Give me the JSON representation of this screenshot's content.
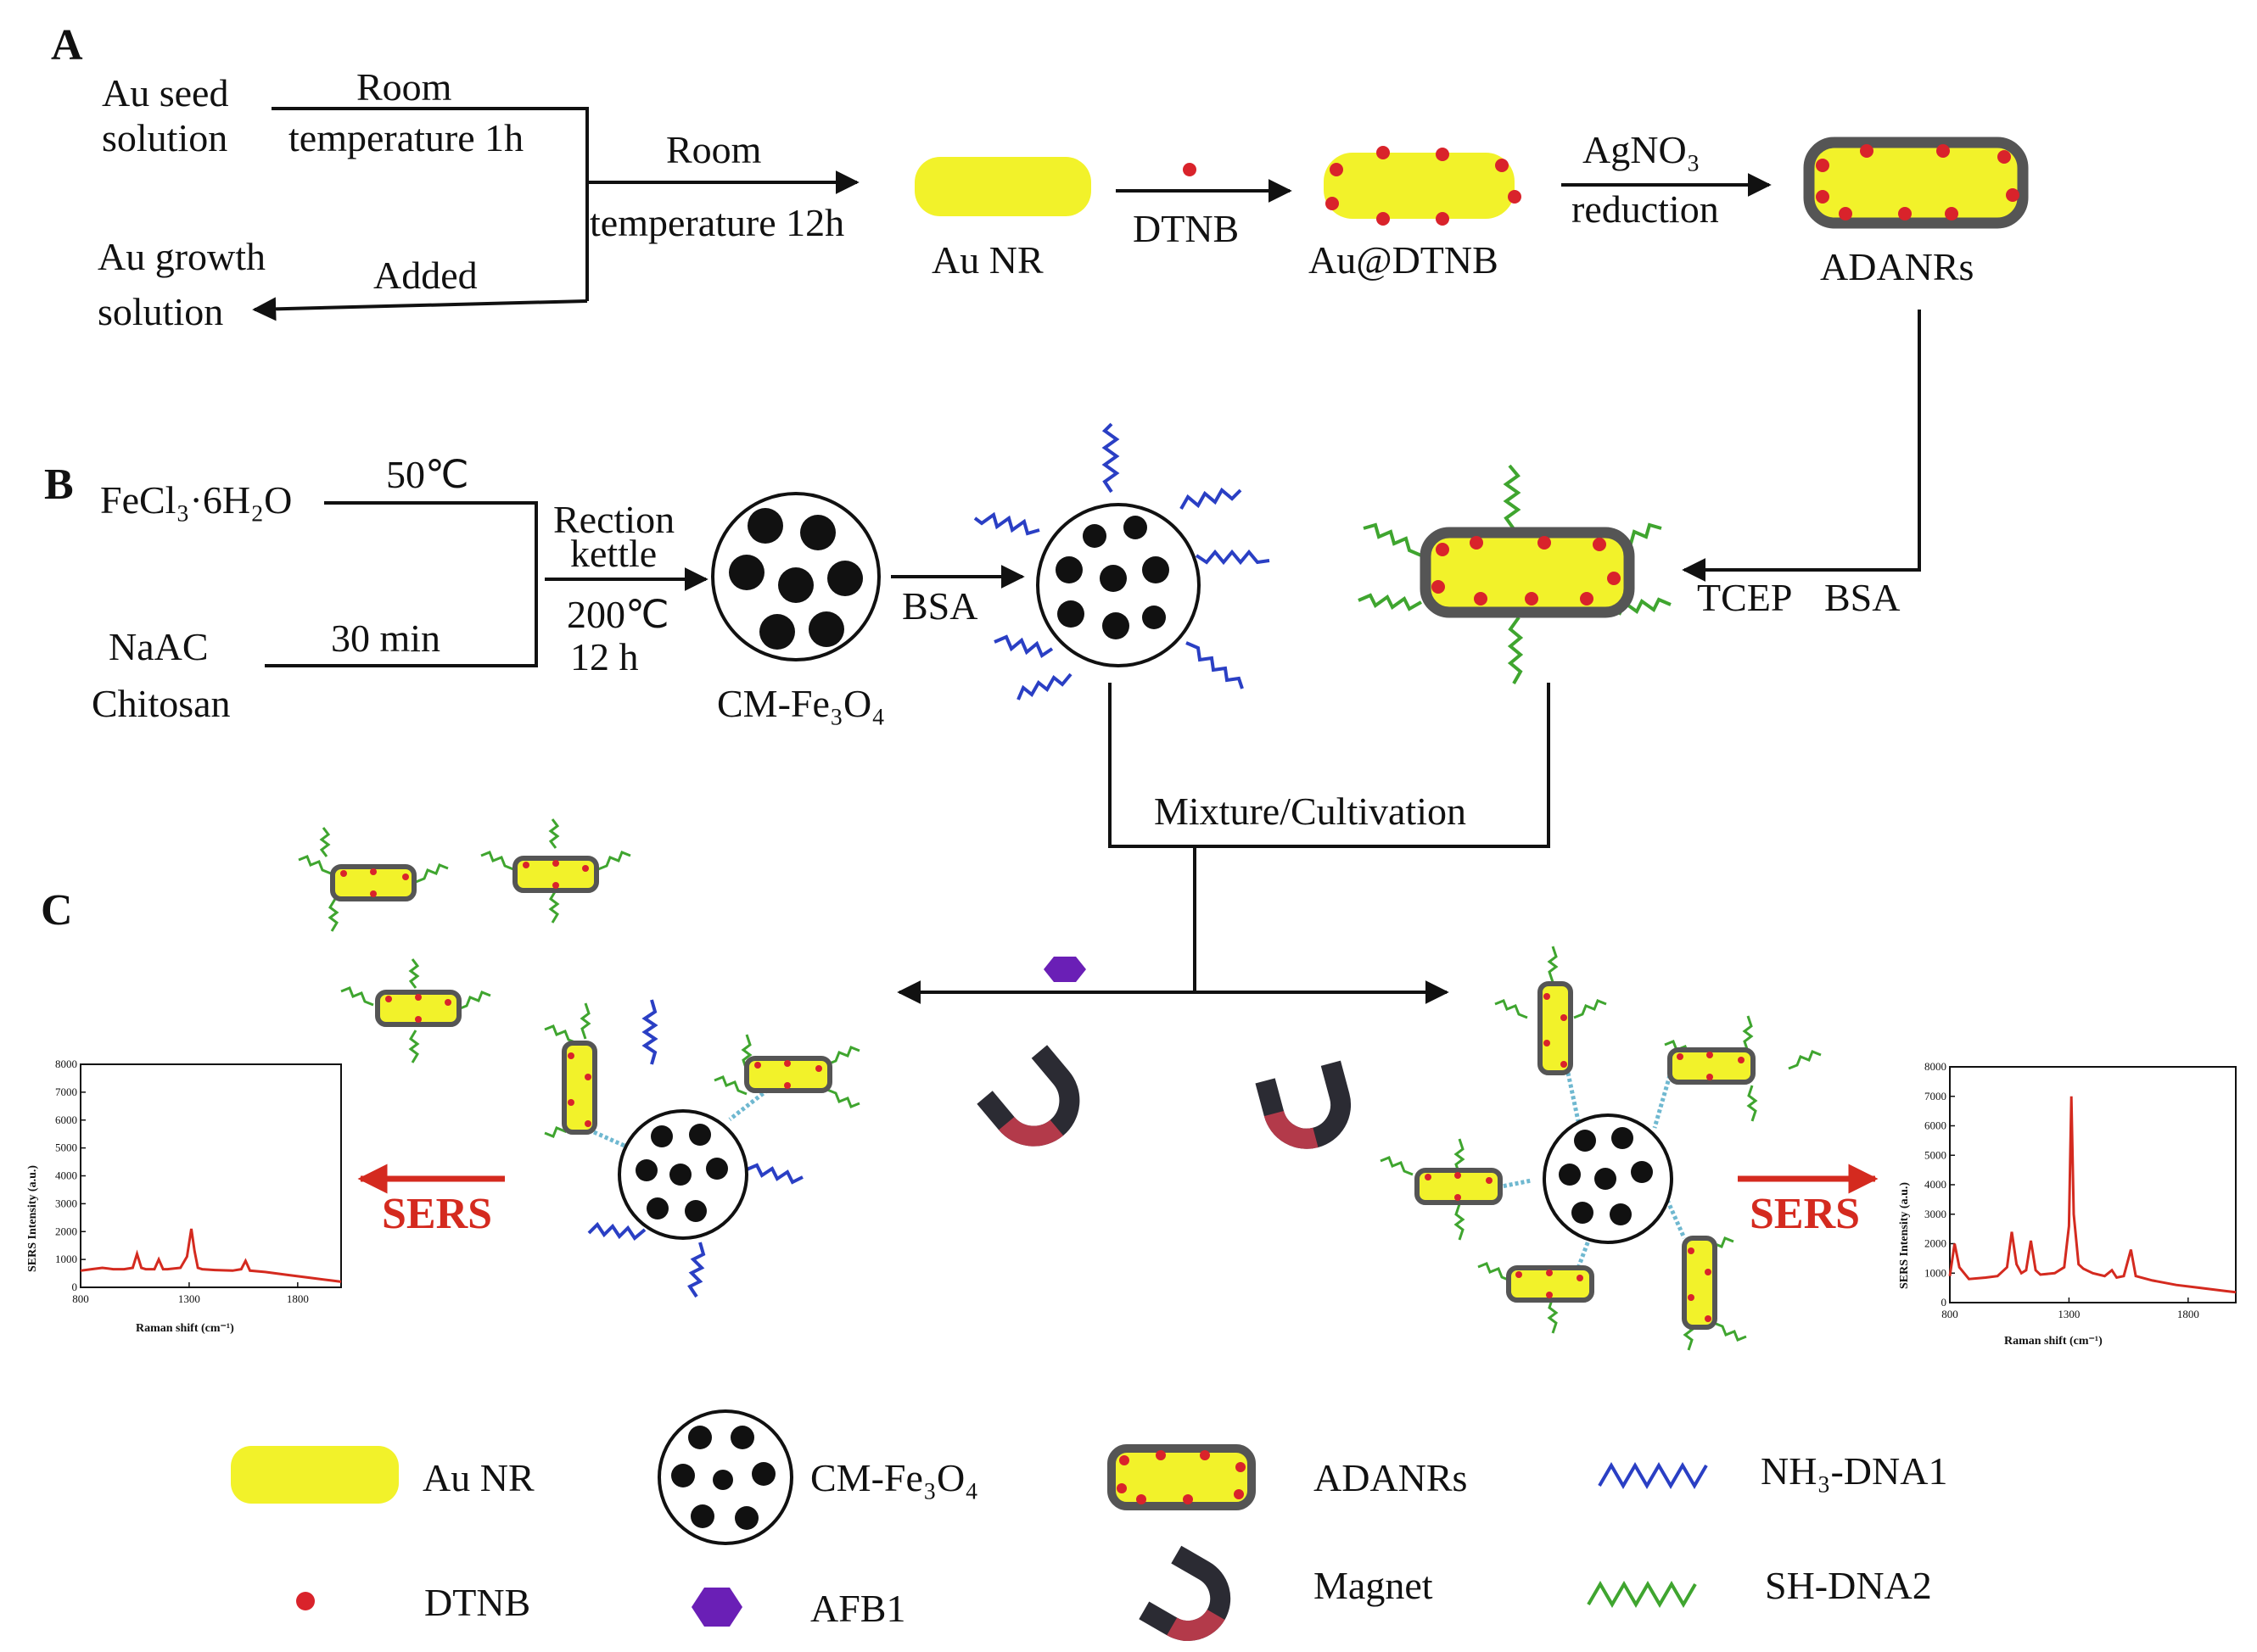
{
  "panels": {
    "a": "A",
    "b": "B",
    "c": "C"
  },
  "panel_a": {
    "au_seed_1": "Au seed",
    "au_seed_2": "solution",
    "room_1h_1": "Room",
    "room_1h_2": "temperature 1h",
    "au_growth_1": "Au growth",
    "au_growth_2": "solution",
    "added": "Added",
    "room_12h_1": "Room",
    "room_12h_2": "temperature 12h",
    "au_nr": "Au NR",
    "dtnb": "DTNB",
    "au_dtnb": "Au@DTNB",
    "agno3": "AgNO₃",
    "reduction": "reduction",
    "adanrs": "ADANRs"
  },
  "panel_b": {
    "fecl3": "FeCl₃·6H₂O",
    "temp50": "50℃",
    "naac": "NaAC",
    "chitosan": "Chitosan",
    "min30": "30 min",
    "rection": "Rection",
    "kettle": "kettle",
    "temp200": "200℃",
    "h12": "12 h",
    "cm_fe3o4": "CM-Fe₃O₄",
    "bsa_left": "BSA",
    "tcep": "TCEP",
    "bsa_right": "BSA",
    "mixture": "Mixture/Cultivation"
  },
  "panel_c": {
    "sers_left": "SERS",
    "sers_right": "SERS"
  },
  "legend": {
    "au_nr": "Au NR",
    "cm_fe3o4": "CM-Fe₃O₄",
    "adanrs": "ADANRs",
    "nh3_dna1": "NH₃-DNA1",
    "dtnb": "DTNB",
    "afb1": "AFB1",
    "magnet": "Magnet",
    "sh_dna2": "SH-DNA2"
  },
  "colors": {
    "gold": "#f2f22a",
    "dtnb_red": "#d9232b",
    "shell_gray": "#555555",
    "dna1_blue": "#2a3fc4",
    "dna2_green": "#3fa52f",
    "afb1_purple": "#6a1fb6",
    "sers_red": "#d42a1f"
  },
  "icons": [
    "magnet-icon",
    "afb1-hexagon-icon"
  ],
  "chart_data": [
    {
      "type": "line",
      "ylabel": "SERS Intensity (a.u.)",
      "xlabel": "Raman shift (cm⁻¹)",
      "xlim": [
        800,
        2000
      ],
      "ylim": [
        0,
        8000
      ],
      "xticks": [
        "800",
        "1300",
        "1800"
      ],
      "yticks": [
        "0",
        "1000",
        "2000",
        "3000",
        "4000",
        "5000",
        "6000",
        "7000",
        "8000"
      ],
      "x": [
        800,
        850,
        900,
        950,
        1000,
        1040,
        1060,
        1080,
        1100,
        1140,
        1160,
        1180,
        1200,
        1260,
        1290,
        1310,
        1325,
        1340,
        1360,
        1420,
        1500,
        1540,
        1560,
        1580,
        1650,
        1750,
        1850,
        1950,
        2000
      ],
      "y": [
        600,
        650,
        700,
        650,
        650,
        700,
        1200,
        700,
        650,
        650,
        1000,
        650,
        650,
        700,
        1100,
        2100,
        1300,
        700,
        650,
        620,
        600,
        650,
        950,
        600,
        550,
        450,
        350,
        250,
        200
      ]
    },
    {
      "type": "line",
      "ylabel": "SERS Intensity (a.u.)",
      "xlabel": "Raman shift (cm⁻¹)",
      "xlim": [
        800,
        2000
      ],
      "ylim": [
        0,
        8000
      ],
      "xticks": [
        "800",
        "1300",
        "1800"
      ],
      "yticks": [
        "0",
        "1000",
        "2000",
        "3000",
        "4000",
        "5000",
        "6000",
        "7000",
        "8000"
      ],
      "x": [
        800,
        820,
        840,
        880,
        950,
        1000,
        1040,
        1060,
        1080,
        1100,
        1120,
        1140,
        1160,
        1180,
        1240,
        1280,
        1300,
        1310,
        1320,
        1340,
        1360,
        1400,
        1450,
        1480,
        1500,
        1530,
        1560,
        1580,
        1650,
        1750,
        1850,
        1950,
        2000
      ],
      "y": [
        900,
        2000,
        1200,
        800,
        850,
        900,
        1200,
        2400,
        1300,
        1000,
        1100,
        2100,
        1100,
        950,
        1000,
        1200,
        2600,
        7000,
        3000,
        1300,
        1150,
        1000,
        900,
        1100,
        850,
        900,
        1800,
        900,
        750,
        600,
        500,
        400,
        350
      ]
    }
  ]
}
